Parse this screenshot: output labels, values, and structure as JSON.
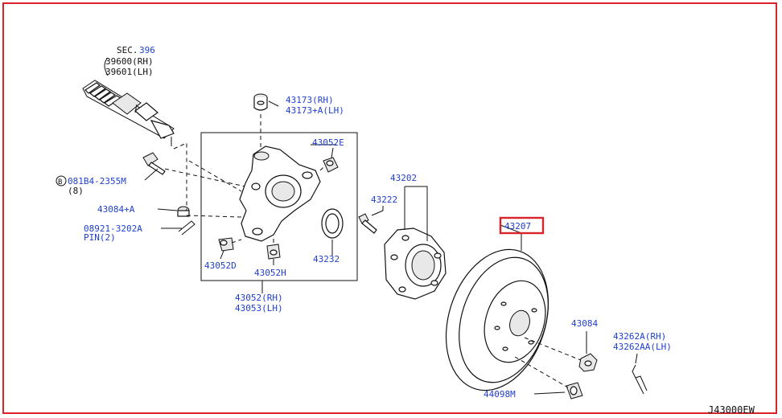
{
  "diagram_code": "J43000EW",
  "colors": {
    "frame": "#d9232a",
    "label": "#1f3fd0",
    "highlight": "#d9232a"
  },
  "labels": {
    "sec": "SEC.396",
    "p39600": "39600(RH)",
    "p39601": "39601(LH)",
    "p43173": "43173(RH)",
    "p43173a": "43173+A(LH)",
    "p43052e": "43052E",
    "p081b4": "081B4-2355M",
    "p081b4_qty": "(8)",
    "p081b4_mark": "B",
    "p43084a": "43084+A",
    "p08921": "08921-3202A",
    "pin": "PIN(2)",
    "p43052d": "43052D",
    "p43052h": "43052H",
    "p43052": "43052(RH)",
    "p43053": "43053(LH)",
    "p43232": "43232",
    "p43202": "43202",
    "p43222": "43222",
    "p43207": "43207",
    "p43084": "43084",
    "p43262a": "43262A(RH)",
    "p43262aa": "43262AA(LH)",
    "p44098m": "44098M"
  },
  "highlighted_part": "43207"
}
